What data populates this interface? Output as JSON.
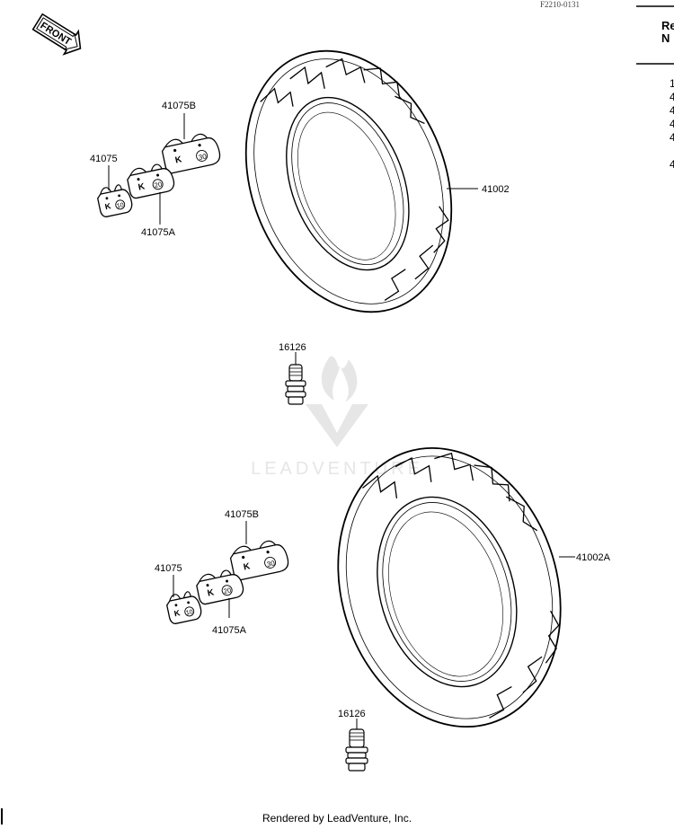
{
  "drawing_code": "F2210-0131",
  "footer": "Rendered by LeadVenture, Inc.",
  "watermark": "LEADVENTURE",
  "front_arrow": "FRONT",
  "ref_panel": {
    "header_line1": "Re",
    "header_line2": "N",
    "numbers": [
      "1",
      "4",
      "4",
      "4",
      "4",
      "",
      "4"
    ]
  },
  "parts": {
    "upper_tire": "41002",
    "lower_tire": "41002A",
    "upper_valve": "16126",
    "lower_valve": "16126",
    "upper_weight_b": "41075B",
    "upper_weight": "41075",
    "upper_weight_a": "41075A",
    "lower_weight_b": "41075B",
    "lower_weight": "41075",
    "lower_weight_a": "41075A"
  },
  "weight_marks": {
    "letter": "K",
    "w10": "10",
    "w20": "20",
    "w30": "30"
  },
  "colors": {
    "line": "#000000",
    "watermark": "#e6e6e6"
  }
}
